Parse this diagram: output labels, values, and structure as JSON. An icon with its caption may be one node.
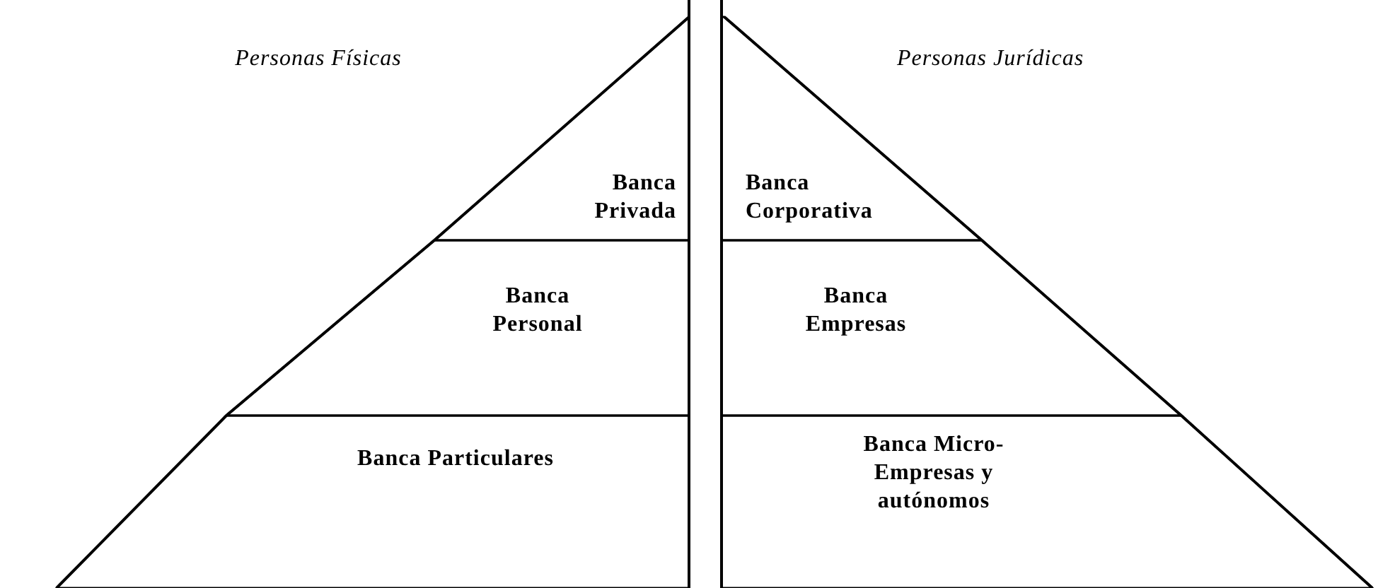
{
  "diagram": {
    "nodes": [
      {
        "text": [
          "Personas Físicas"
        ]
      },
      {
        "text": [
          "Banca Privada"
        ],
        "in": 0
      },
      {
        "text": [
          "Banca Personal"
        ],
        "in": 0
      },
      {
        "text": [
          "Banca Particulares"
        ],
        "in": 0
      },
      {
        "text": [
          "Personas Jurídicas"
        ]
      },
      {
        "text": [
          "Banca Corporativa"
        ],
        "in": 4
      },
      {
        "text": [
          "Banca Empresas"
        ],
        "in": 4
      },
      {
        "text": [
          "Banca Micro- Empresas y autónomos"
        ],
        "in": 4
      }
    ]
  }
}
